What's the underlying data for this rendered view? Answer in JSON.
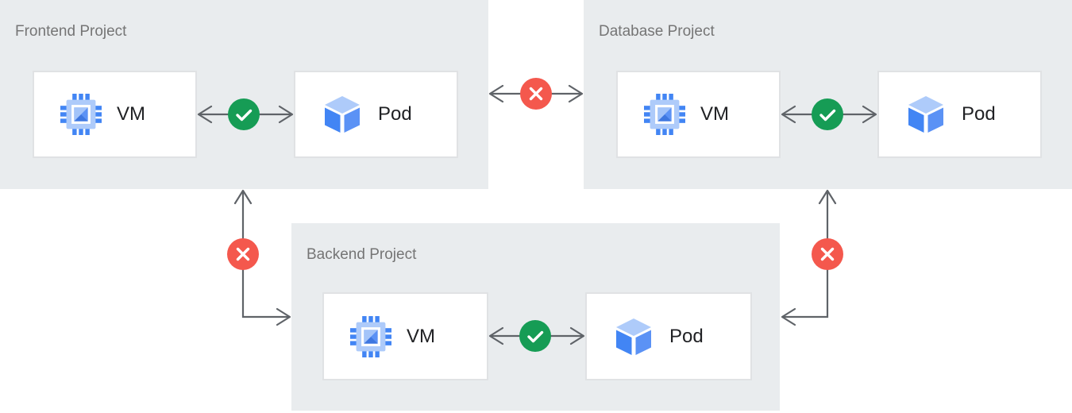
{
  "panels": [
    {
      "id": "frontend-project",
      "title": "Frontend Project",
      "nodes": [
        {
          "id": "frontend-vm",
          "icon": "compute-engine-vm-icon",
          "label": "VM"
        },
        {
          "id": "frontend-pod",
          "icon": "pod-cube-icon",
          "label": "Pod"
        }
      ]
    },
    {
      "id": "database-project",
      "title": "Database Project",
      "nodes": [
        {
          "id": "database-vm",
          "icon": "compute-engine-vm-icon",
          "label": "VM"
        },
        {
          "id": "database-pod",
          "icon": "pod-cube-icon",
          "label": "Pod"
        }
      ]
    },
    {
      "id": "backend-project",
      "title": "Backend Project",
      "nodes": [
        {
          "id": "backend-vm",
          "icon": "compute-engine-vm-icon",
          "label": "VM"
        },
        {
          "id": "backend-pod",
          "icon": "pod-cube-icon",
          "label": "Pod"
        }
      ]
    }
  ],
  "connections": [
    {
      "from": "frontend-vm",
      "to": "frontend-pod",
      "status": "allowed",
      "badge": "check-icon",
      "direction": "bidirectional"
    },
    {
      "from": "database-vm",
      "to": "database-pod",
      "status": "allowed",
      "badge": "check-icon",
      "direction": "bidirectional"
    },
    {
      "from": "backend-vm",
      "to": "backend-pod",
      "status": "allowed",
      "badge": "check-icon",
      "direction": "bidirectional"
    },
    {
      "from": "frontend-project",
      "to": "database-project",
      "status": "blocked",
      "badge": "x-icon",
      "direction": "bidirectional"
    },
    {
      "from": "frontend-project",
      "to": "backend-project",
      "status": "blocked",
      "badge": "x-icon",
      "direction": "bidirectional"
    },
    {
      "from": "database-project",
      "to": "backend-project",
      "status": "blocked",
      "badge": "x-icon",
      "direction": "bidirectional"
    }
  ],
  "colors": {
    "panel_bg": "#e9ecee",
    "node_bg": "#ffffff",
    "node_border": "#e0e2e4",
    "title_text": "#757575",
    "label_text": "#202124",
    "arrow": "#5f6368",
    "allowed_green": "#169c55",
    "blocked_red": "#f4584d",
    "icon_blue": "#4285f4",
    "icon_blue_core": "#5b92f5",
    "icon_blue_light": "#aecbfa",
    "icon_blue_soft": "#a3c4f9",
    "icon_blue_shadow": "#3e77e0",
    "badge_glyph": "#ffffff"
  }
}
